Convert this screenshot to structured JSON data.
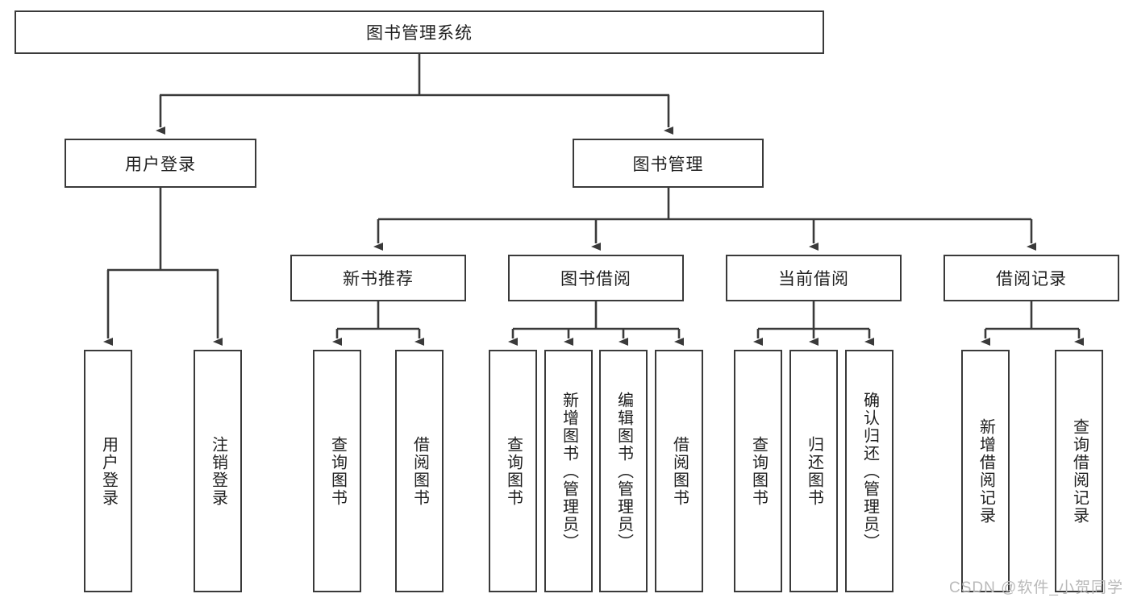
{
  "diagram": {
    "title": "图书管理系统",
    "watermark": "CSDN @软件_小贺同学",
    "colors": {
      "stroke": "#3a3a3a",
      "background": "#ffffff",
      "text": "#1f1f1f",
      "watermark": "#b9b9b9"
    },
    "root": {
      "label": "图书管理系统"
    },
    "level2": [
      {
        "label": "用户登录"
      },
      {
        "label": "图书管理"
      }
    ],
    "level3": [
      {
        "label": "新书推荐"
      },
      {
        "label": "图书借阅"
      },
      {
        "label": "当前借阅"
      },
      {
        "label": "借阅记录"
      }
    ],
    "leaves": {
      "user_login": [
        {
          "label": "用户登录"
        },
        {
          "label": "注销登录"
        }
      ],
      "new_book_recommend": [
        {
          "label": "查询图书"
        },
        {
          "label": "借阅图书"
        }
      ],
      "book_borrow": [
        {
          "label": "查询图书"
        },
        {
          "label": "新增图书（管理员）"
        },
        {
          "label": "编辑图书（管理员）"
        },
        {
          "label": "借阅图书"
        }
      ],
      "current_borrow": [
        {
          "label": "查询图书"
        },
        {
          "label": "归还图书"
        },
        {
          "label": "确认归还（管理员）"
        }
      ],
      "borrow_record": [
        {
          "label": "新增借阅记录"
        },
        {
          "label": "查询借阅记录"
        }
      ]
    }
  }
}
